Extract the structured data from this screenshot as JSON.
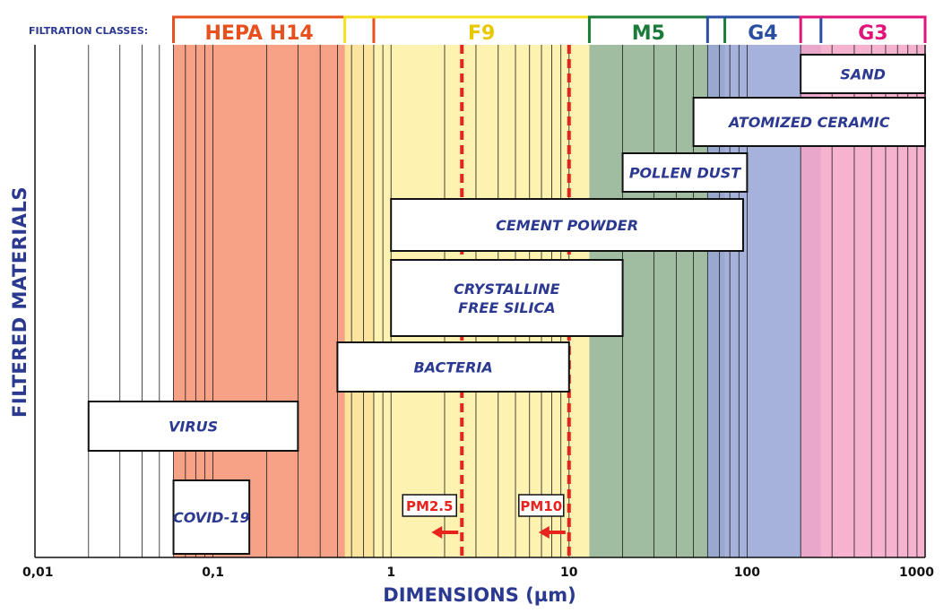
{
  "chart_data": {
    "type": "range-bar",
    "xlabel": "DIMENSIONS (µm)",
    "ylabel": "FILTERED MATERIALS",
    "x_scale": "log",
    "xlim": [
      0.01,
      1000
    ],
    "x_ticks": [
      0.01,
      0.1,
      1,
      10,
      100,
      1000
    ],
    "x_tick_labels": [
      "0,01",
      "0,1",
      "1",
      "10",
      "100",
      "1000"
    ],
    "classes_label": "FILTRATION CLASSES:",
    "filtration_classes": [
      {
        "name": "HEPA H14",
        "range": [
          0.06,
          0.8
        ],
        "color": "#f7a286",
        "label_color": "#e8501e",
        "bracket_color": "#e8501e"
      },
      {
        "name": "F9",
        "range": [
          0.55,
          13
        ],
        "color": "#fdf0a2",
        "label_color": "#e8c800",
        "bracket_color": "#f4e01e"
      },
      {
        "name": "M5",
        "range": [
          13,
          75
        ],
        "color": "#8fb090",
        "label_color": "#1a7a3a",
        "bracket_color": "#1a7a3a"
      },
      {
        "name": "G4",
        "range": [
          60,
          260
        ],
        "color": "#98a4d6",
        "label_color": "#2b4fa0",
        "bracket_color": "#2b4fa0"
      },
      {
        "name": "G3",
        "range": [
          200,
          1000
        ],
        "color": "#f5a6c8",
        "label_color": "#e0157a",
        "bracket_color": "#e0157a"
      }
    ],
    "materials": [
      {
        "name": "SAND",
        "range": [
          200,
          1000
        ]
      },
      {
        "name": "ATOMIZED CERAMIC",
        "range": [
          50,
          1000
        ]
      },
      {
        "name": "POLLEN DUST",
        "range": [
          20,
          100
        ]
      },
      {
        "name": "CEMENT POWDER",
        "range": [
          1,
          95
        ]
      },
      {
        "name": "CRYSTALLINE FREE SILICA",
        "lines": [
          "CRYSTALLINE",
          "FREE SILICA"
        ],
        "range": [
          1,
          20
        ]
      },
      {
        "name": "BACTERIA",
        "range": [
          0.5,
          10
        ]
      },
      {
        "name": "VIRUS",
        "range": [
          0.02,
          0.3
        ]
      },
      {
        "name": "COVID-19",
        "range": [
          0.06,
          0.16
        ]
      }
    ],
    "reference_lines": [
      {
        "name": "PM2.5",
        "x": 2.5,
        "color": "#e8231d"
      },
      {
        "name": "PM10",
        "x": 10,
        "color": "#e8231d"
      }
    ],
    "grid": true
  }
}
